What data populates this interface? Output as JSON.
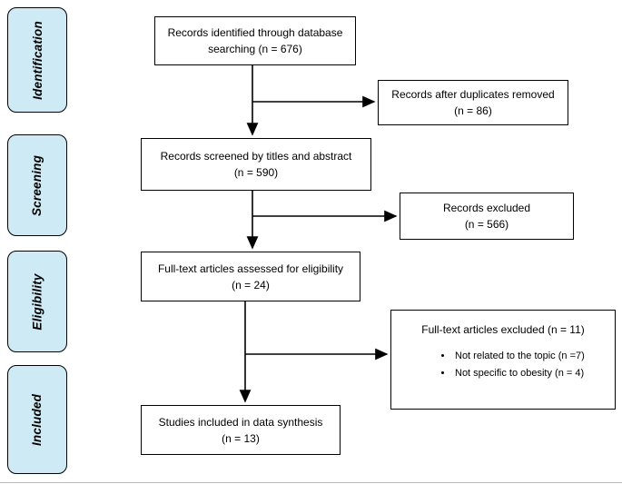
{
  "stages": {
    "identification": "Identification",
    "screening": "Screening",
    "eligibility": "Eligibility",
    "included": "Included"
  },
  "boxes": {
    "identified": {
      "line1": "Records identified through database",
      "line2": "searching (n = 676)"
    },
    "duplicates_removed": {
      "line1": "Records after duplicates removed",
      "line2": "(n = 86)"
    },
    "screened": {
      "line1": "Records screened by titles and abstract",
      "line2": "(n = 590)"
    },
    "records_excluded": {
      "line1": "Records excluded",
      "line2": "(n = 566)"
    },
    "fulltext_assessed": {
      "line1": "Full-text articles assessed for eligibility",
      "line2": "(n = 24)"
    },
    "fulltext_excluded": {
      "title": "Full-text articles excluded (n = 11)",
      "bullets": [
        "Not related to the topic (n =7)",
        "Not specific to obesity (n = 4)"
      ]
    },
    "included_synthesis": {
      "line1": "Studies included in data synthesis",
      "line2": "(n = 13)"
    }
  },
  "colors": {
    "stage_fill": "#cdeaf5",
    "border": "#000000"
  }
}
